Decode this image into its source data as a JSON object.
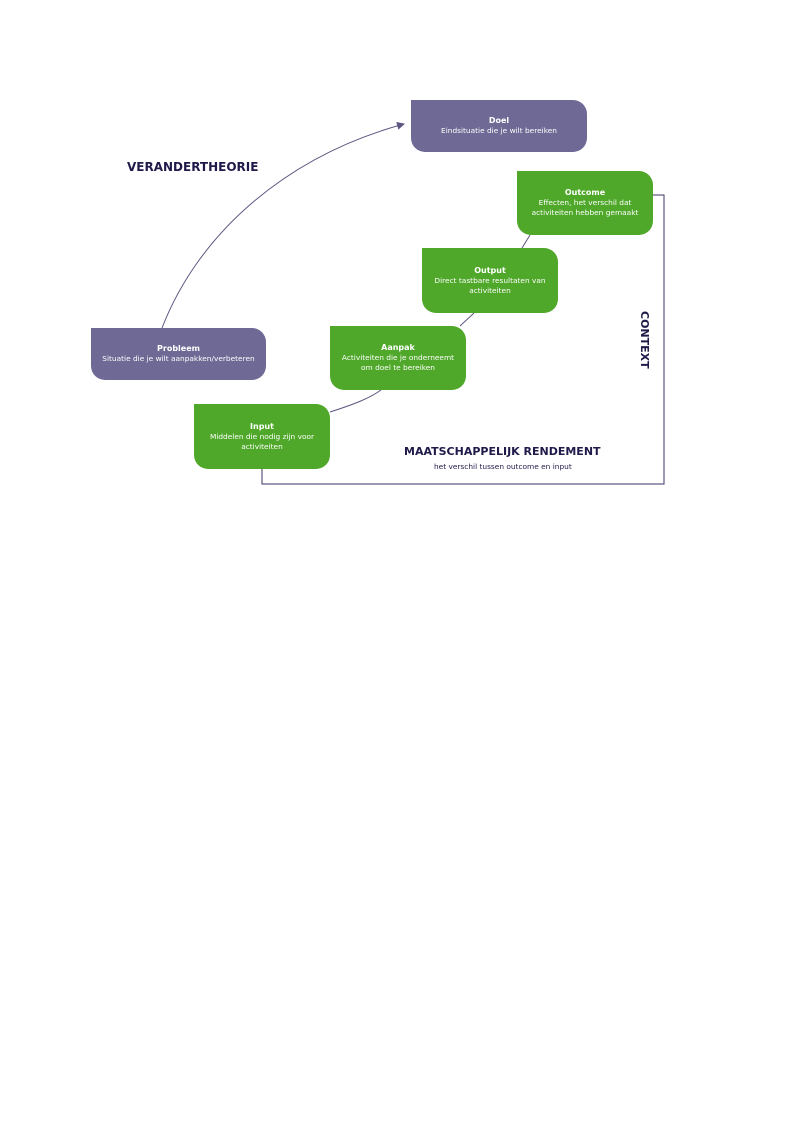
{
  "title": "VERANDERTHEORIE",
  "boxes": {
    "doel": {
      "title": "Doel",
      "desc": "Eindsituatie die je wilt bereiken"
    },
    "probleem": {
      "title": "Probleem",
      "desc": "Situatie die je wilt aanpakken/verbeteren"
    },
    "outcome": {
      "title": "Outcome",
      "desc": "Effecten, het verschil dat activiteiten hebben gemaakt"
    },
    "output": {
      "title": "Output",
      "desc": "Direct tastbare resultaten van activiteiten"
    },
    "aanpak": {
      "title": "Aanpak",
      "desc": "Activiteiten die je onderneemt om doel te bereiken"
    },
    "input": {
      "title": "Input",
      "desc": "Middelen die nodig zijn voor activiteiten"
    }
  },
  "context_label": "CONTEXT",
  "rendement": {
    "title": "MAATSCHAPPELIJK RENDEMENT",
    "subtitle": "het verschil tussen outcome en input"
  },
  "colors": {
    "goal_problem": "#6e6a95",
    "steps": "#4fa82a",
    "text_dark": "#1f1a4a",
    "line": "#5a5680"
  }
}
